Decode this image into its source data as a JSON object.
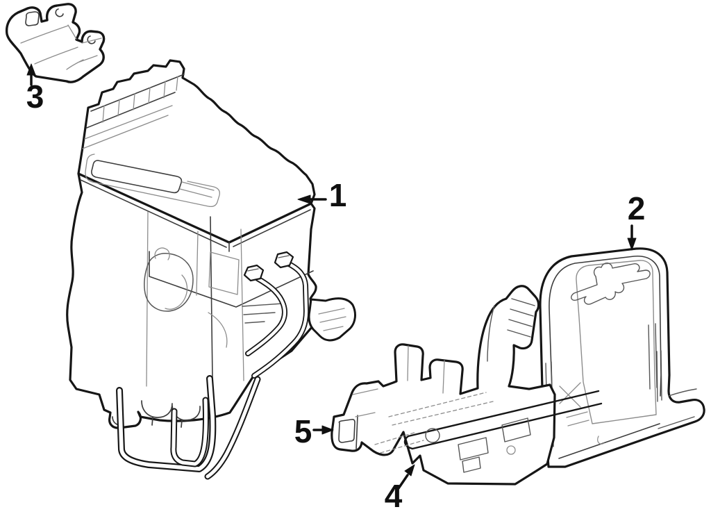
{
  "diagram": {
    "callouts": [
      {
        "label": "1"
      },
      {
        "label": "2"
      },
      {
        "label": "3"
      },
      {
        "label": "4"
      },
      {
        "label": "5"
      }
    ]
  },
  "colors": {
    "background": "#ffffff",
    "line_dark": "#161616",
    "line_medium": "#3c3c3c",
    "line_light": "#8c8c8c"
  }
}
